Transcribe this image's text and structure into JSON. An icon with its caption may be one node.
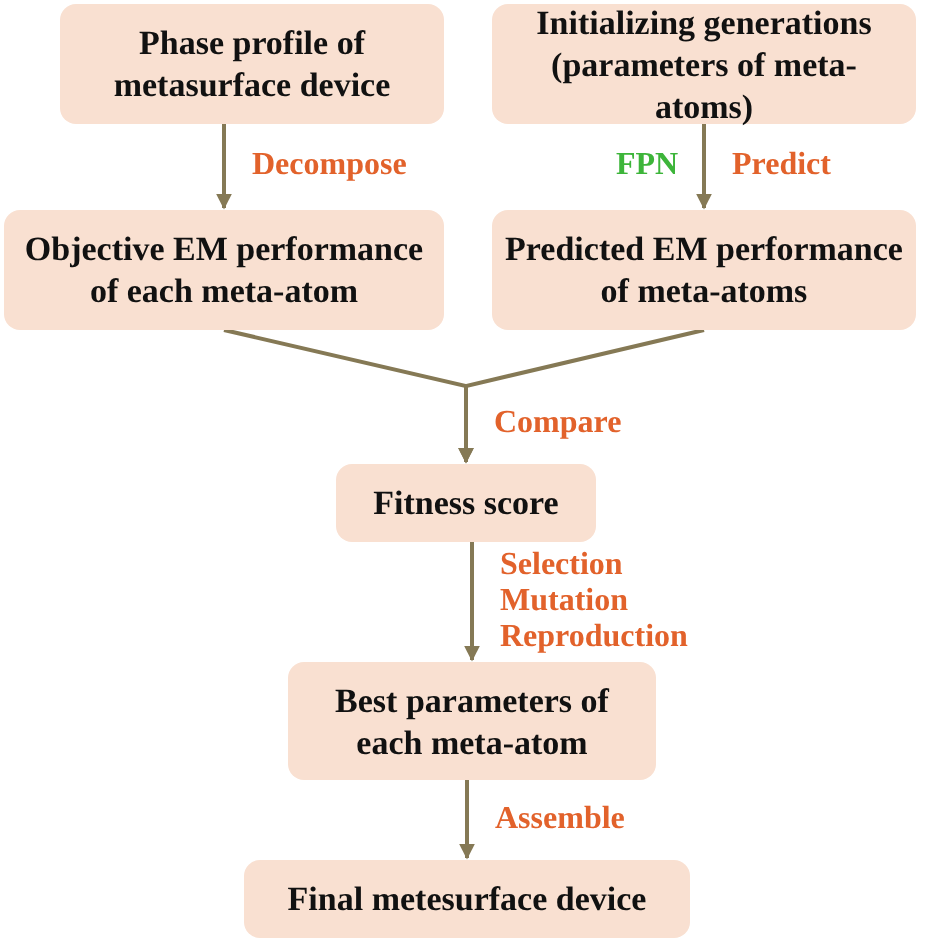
{
  "diagram": {
    "nodes": [
      {
        "text": [
          "Phase profile of metasurface device"
        ]
      },
      {
        "text": [
          "Initializing generations (parameters of meta-atoms)"
        ]
      },
      {
        "text": [
          "Objective EM performance of each meta-atom"
        ]
      },
      {
        "text": [
          "Predicted EM performance of meta-atoms"
        ]
      },
      {
        "text": [
          "Fitness score"
        ]
      },
      {
        "text": [
          "Best parameters of each meta-atom"
        ]
      },
      {
        "text": [
          "Final metesurface device"
        ]
      }
    ],
    "edges": [
      {
        "from": 0,
        "to": 2,
        "arrow": "to",
        "label": "Decompose"
      },
      {
        "from": 1,
        "to": 3,
        "arrow": "to",
        "label": "Predict"
      },
      {
        "from": 2,
        "to": 4,
        "arrow": "to",
        "label": "Compare"
      },
      {
        "from": 3,
        "to": 4,
        "arrow": "to"
      },
      {
        "from": 4,
        "to": 5,
        "arrow": "to",
        "label": "Selection Mutation Reproduction"
      },
      {
        "from": 5,
        "to": 6,
        "arrow": "to",
        "label": "Assemble"
      }
    ],
    "labels": [
      "FPN"
    ]
  }
}
